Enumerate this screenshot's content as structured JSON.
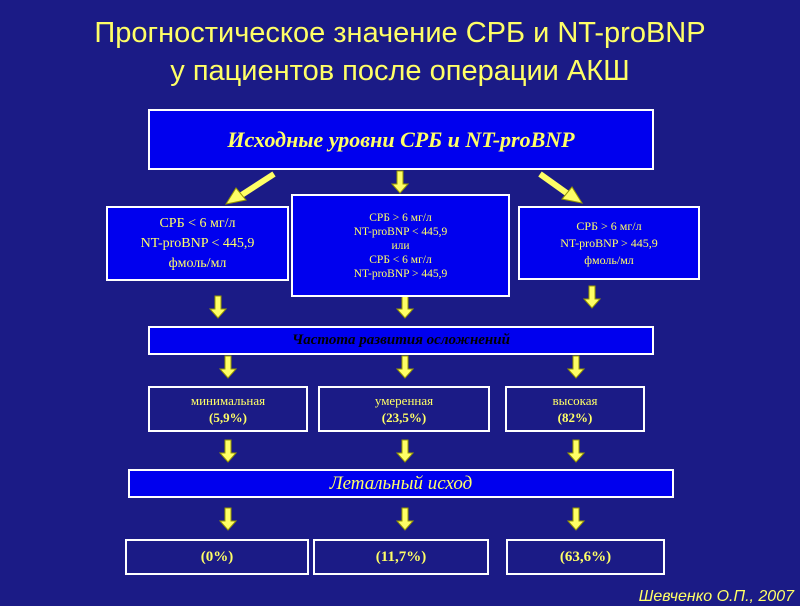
{
  "title": {
    "line1": "Прогностическое значение СРБ и NT-proBNP",
    "line2": "у пациентов после операции АКШ"
  },
  "top_box": "Исходные уровни СРБ и NT-proBNP",
  "groups": {
    "left": "СРБ < 6 мг/л\nNT-proBNP < 445,9\nфмоль/мл",
    "center": "СРБ > 6 мг/л\nNT-proBNP < 445,9\nили\nСРБ < 6 мг/л\nNT-proBNP > 445,9",
    "right": "СРБ > 6 мг/л\nNT-proBNP > 445,9\nфмоль/мл"
  },
  "complications_bar": "Частота развития осложнений",
  "levels": [
    {
      "label": "минимальная",
      "value": "(5,9%)"
    },
    {
      "label": "умеренная",
      "value": "(23,5%)"
    },
    {
      "label": "высокая",
      "value": "(82%)"
    }
  ],
  "lethal_bar": "Летальный исход",
  "lethal_values": [
    "(0%)",
    "(11,7%)",
    "(63,6%)"
  ],
  "author": "Шевченко О.П., 2007",
  "colors": {
    "background": "#1b1b86",
    "box_fill": "#0000ee",
    "text": "#ffff66",
    "arrow": "#ffff66",
    "border": "#ffffff"
  }
}
